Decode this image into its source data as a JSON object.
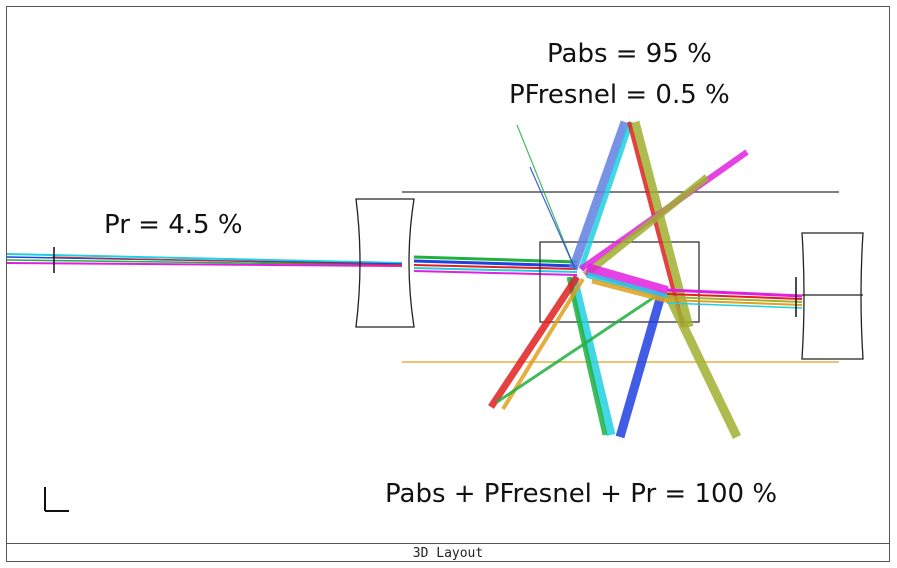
{
  "annotations": {
    "pabs": "Pabs = 95 %",
    "pfresnel": "PFresnel = 0.5 %",
    "pr": "Pr = 4.5 %",
    "sum": "Pabs + PFresnel + Pr = 100 %"
  },
  "status_bar": {
    "title": "3D Layout"
  },
  "colors": {
    "frame": "#555555",
    "outline": "#222222",
    "ray_red": "#e02020",
    "ray_blue": "#2040e0",
    "ray_green": "#20b040",
    "ray_cyan": "#20d0e0",
    "ray_magenta": "#e020e0",
    "ray_olive": "#a0b030",
    "ray_orange": "#e0a020"
  },
  "icons": {
    "axis_indicator": "axis-corner-icon"
  }
}
